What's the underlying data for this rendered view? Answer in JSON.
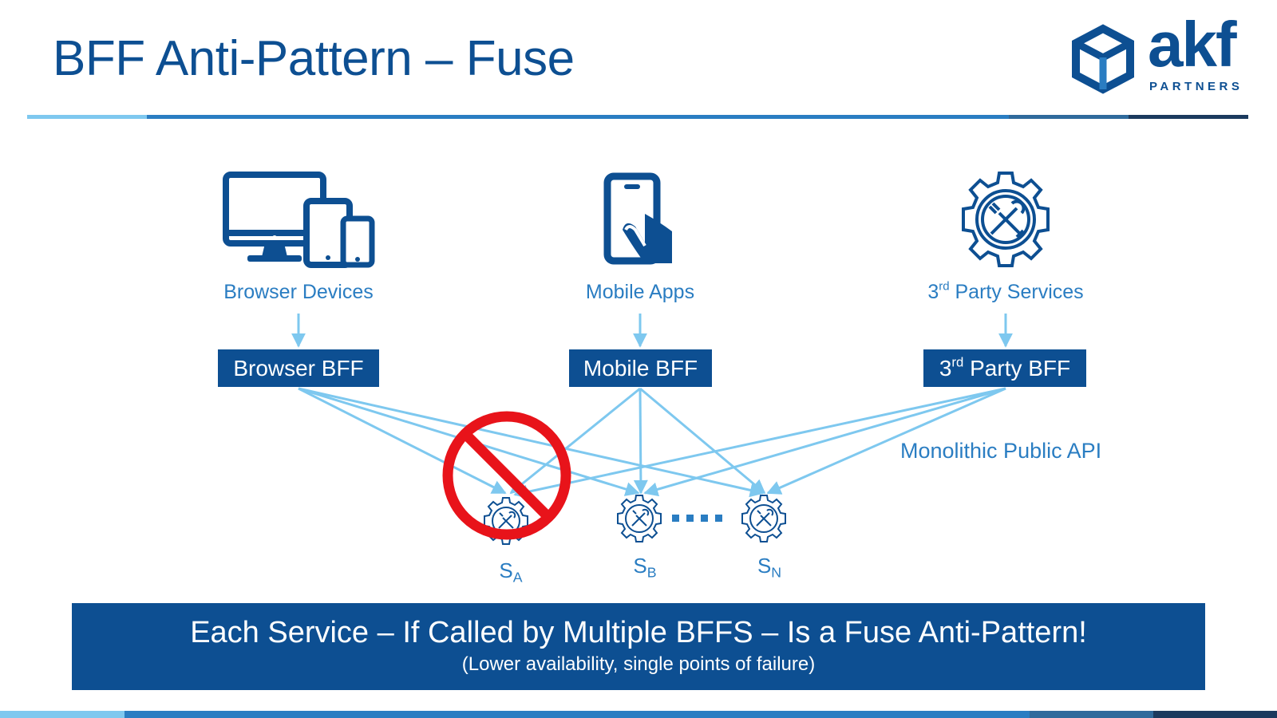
{
  "slide": {
    "title": "BFF Anti-Pattern – Fuse"
  },
  "logo": {
    "wordmark": "akf",
    "subtext": "PARTNERS",
    "icon": "cube-logo-icon"
  },
  "colors": {
    "primary": "#0d4f92",
    "accent": "#2a7dc2",
    "arrow": "#7ec8ef",
    "prohibition": "#e8131a"
  },
  "clients": [
    {
      "label": "Browser Devices",
      "icon": "desktop-tablet-phone-icon"
    },
    {
      "label": "Mobile Apps",
      "icon": "hand-holding-phone-icon"
    },
    {
      "label_prefix": "3",
      "label_sup": "rd",
      "label_rest": " Party Services",
      "icon": "gear-tools-icon"
    }
  ],
  "bffs": [
    {
      "label": "Browser BFF"
    },
    {
      "label": "Mobile BFF"
    },
    {
      "label_prefix": "3",
      "label_sup": "rd",
      "label_rest": " Party BFF"
    }
  ],
  "api_label": "Monolithic Public API",
  "services": [
    {
      "name": "S",
      "subscript": "A",
      "icon": "gear-tools-icon",
      "prohibited": true
    },
    {
      "name": "S",
      "subscript": "B",
      "icon": "gear-tools-icon",
      "prohibited": false
    },
    {
      "name": "S",
      "subscript": "N",
      "icon": "gear-tools-icon",
      "prohibited": false
    }
  ],
  "banner": {
    "headline": "Each Service – If Called by Multiple BFFS – Is a Fuse Anti-Pattern!",
    "subline": "(Lower availability, single points of failure)"
  }
}
